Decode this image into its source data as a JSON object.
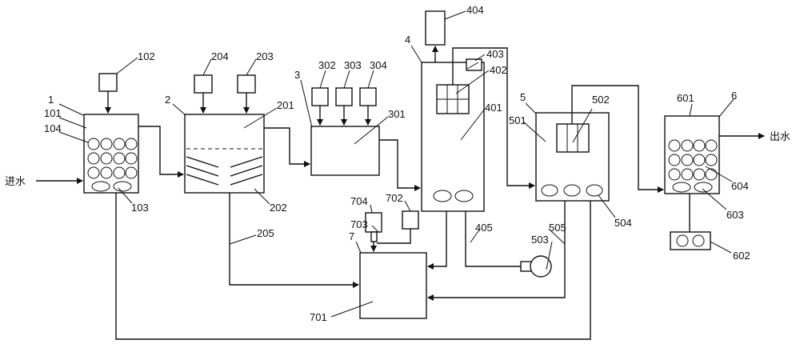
{
  "diagram": {
    "inlet_text": "进水",
    "outlet_text": "出水",
    "labels": {
      "l1": "1",
      "l101": "101",
      "l102": "102",
      "l103": "103",
      "l104": "104",
      "l2": "2",
      "l201": "201",
      "l202": "202",
      "l203": "203",
      "l204": "204",
      "l205": "205",
      "l3": "3",
      "l301": "301",
      "l302": "302",
      "l303": "303",
      "l304": "304",
      "l4": "4",
      "l401": "401",
      "l402": "402",
      "l403": "403",
      "l404": "404",
      "l405": "405",
      "l5": "5",
      "l501": "501",
      "l502": "502",
      "l503": "503",
      "l504": "504",
      "l505": "505",
      "l6": "6",
      "l601": "601",
      "l602": "602",
      "l603": "603",
      "l604": "604",
      "l7": "7",
      "l701": "701",
      "l702": "702",
      "l703": "703",
      "l704": "704"
    }
  }
}
